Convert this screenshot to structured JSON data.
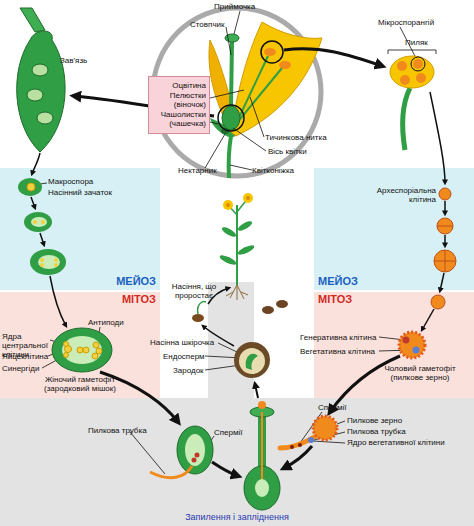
{
  "diagram": {
    "nodes": [
      {
        "text": [
          "Оцвітина",
          "Пелюстки (віночок)",
          "Чашолистки (чашечка)"
        ]
      },
      {
        "text": [
          "МЕЙОЗ"
        ]
      },
      {
        "text": [
          "МЕЙОЗ"
        ]
      },
      {
        "text": [
          "МІТОЗ"
        ]
      },
      {
        "text": [
          "МІТОЗ"
        ]
      },
      {
        "text": [
          "Запилення і запліднення"
        ]
      }
    ],
    "labels": [
      "Приймочка",
      "Стовпчик",
      "Мікроспорангій",
      "Пиляк",
      "Зав'язь",
      "Тичинкова нитка",
      "Вісь квітки",
      "Нектарник",
      "Квітконіжка",
      "Макроспора",
      "Насінний зачаток",
      "Археспоріальна клітина",
      "Антиподи",
      "Ядра центральної клітини",
      "Яйцеклітина",
      "Синергіди",
      "Жіночий гаметофіт (зародковий мішок)",
      "Насіння, що проростає",
      "Насінна шкірочка",
      "Ендосперм",
      "Зародок",
      "Генеративна клітина",
      "Вегетативна клітина",
      "Чоловий гаметофіт (пилкове зерно)",
      "Спермії",
      "Пилкове зерно",
      "Пилкова трубка",
      "Ядро вегетативної клітини",
      "Пилкова трубка",
      "Спермії"
    ]
  }
}
